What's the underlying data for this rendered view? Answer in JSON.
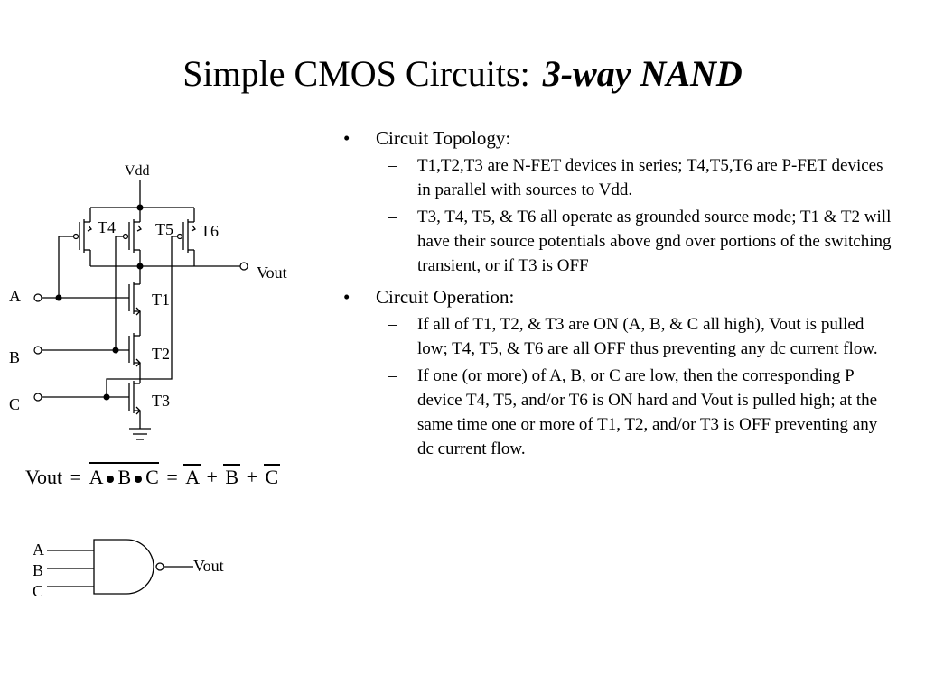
{
  "title": {
    "main": "Simple CMOS Circuits:",
    "emphasis": "3-way NAND"
  },
  "schematic": {
    "vdd_label": "Vdd",
    "vout_label": "Vout",
    "input_a": "A",
    "input_b": "B",
    "input_c": "C",
    "transistors": [
      "T4",
      "T5",
      "T6",
      "T1",
      "T2",
      "T3"
    ]
  },
  "formula": {
    "lhs": "Vout",
    "eq": "=",
    "a": "A",
    "b": "B",
    "c": "C",
    "eq2": "=",
    "plus": "+"
  },
  "gate": {
    "inputs": [
      "A",
      "B",
      "C"
    ],
    "output": "Vout"
  },
  "notes": {
    "sections": [
      {
        "heading": "Circuit Topology:",
        "items": [
          "T1,T2,T3 are N-FET devices in series;  T4,T5,T6 are P-FET devices in parallel with sources to Vdd.",
          "T3, T4, T5, & T6 all operate as grounded source mode; T1 & T2 will have their source potentials above gnd over portions of the switching transient, or if T3 is OFF"
        ]
      },
      {
        "heading": "Circuit Operation:",
        "items": [
          "If all of T1, T2, & T3 are ON (A, B, & C all high), Vout is pulled low;  T4, T5, & T6 are all OFF thus preventing any dc current flow.",
          "If one (or more) of A, B, or C are low, then the corresponding P device T4, T5, and/or T6 is ON hard and Vout is pulled high;  at the same time one or more of T1, T2, and/or T3 is OFF preventing any dc current flow."
        ]
      }
    ]
  }
}
